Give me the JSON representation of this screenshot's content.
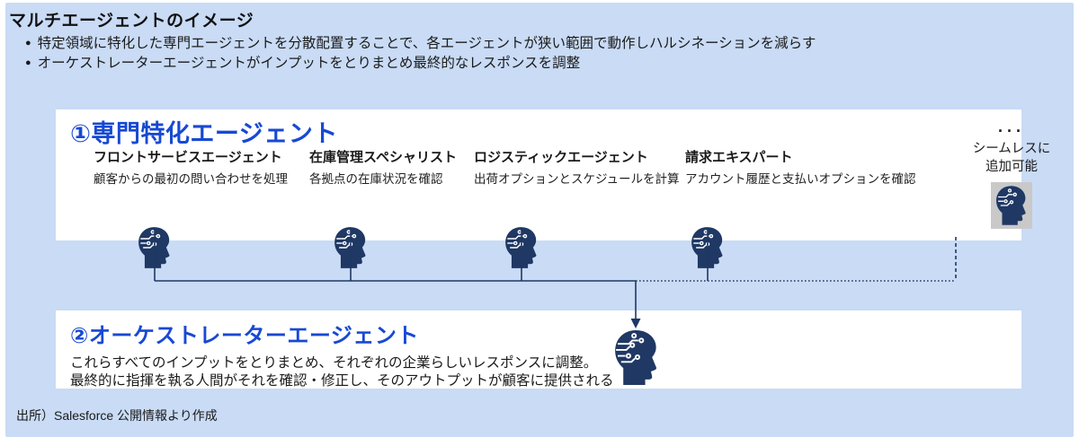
{
  "page": {
    "title": "マルチエージェントのイメージ",
    "bullets": [
      "特定領域に特化した専門エージェントを分散配置することで、各エージェントが狭い範囲で動作しハルシネーションを減らす",
      "オーケストレーターエージェントがインプットをとりまとめ最終的なレスポンスを調整"
    ],
    "source_note": "出所）Salesforce 公開情報より作成"
  },
  "section1": {
    "heading": "①専門特化エージェント",
    "agents": [
      {
        "name": "フロントサービスエージェント",
        "description": "顧客からの最初の問い合わせを処理"
      },
      {
        "name": "在庫管理スペシャリスト",
        "description": "各拠点の在庫状況を確認"
      },
      {
        "name": "ロジスティックエージェント",
        "description": "出荷オプションとスケジュールを計算"
      },
      {
        "name": "請求エキスパート",
        "description": "アカウント履歴と支払いオプションを確認"
      }
    ],
    "more": {
      "ellipsis": "...",
      "label_line1": "シームレスに",
      "label_line2": "追加可能"
    }
  },
  "section2": {
    "heading": "②オーケストレーターエージェント",
    "description_line1": "これらすべてのインプットをとりまとめ、それぞれの企業らしいレスポンスに調整。",
    "description_line2": "最終的に指揮を執る人間がそれを確認・修正し、そのアウトプットが顧客に提供される"
  },
  "icons": {
    "agent_head": "ai-head-icon",
    "orchestrator_head": "ai-head-icon"
  },
  "colors": {
    "panel_bg": "#c9dbf5",
    "box_bg": "#ffffff",
    "navy": "#1f3864",
    "heading_blue": "#1749d3",
    "text": "#1a1a1a",
    "more_icon_bg": "#c9c9c9"
  }
}
